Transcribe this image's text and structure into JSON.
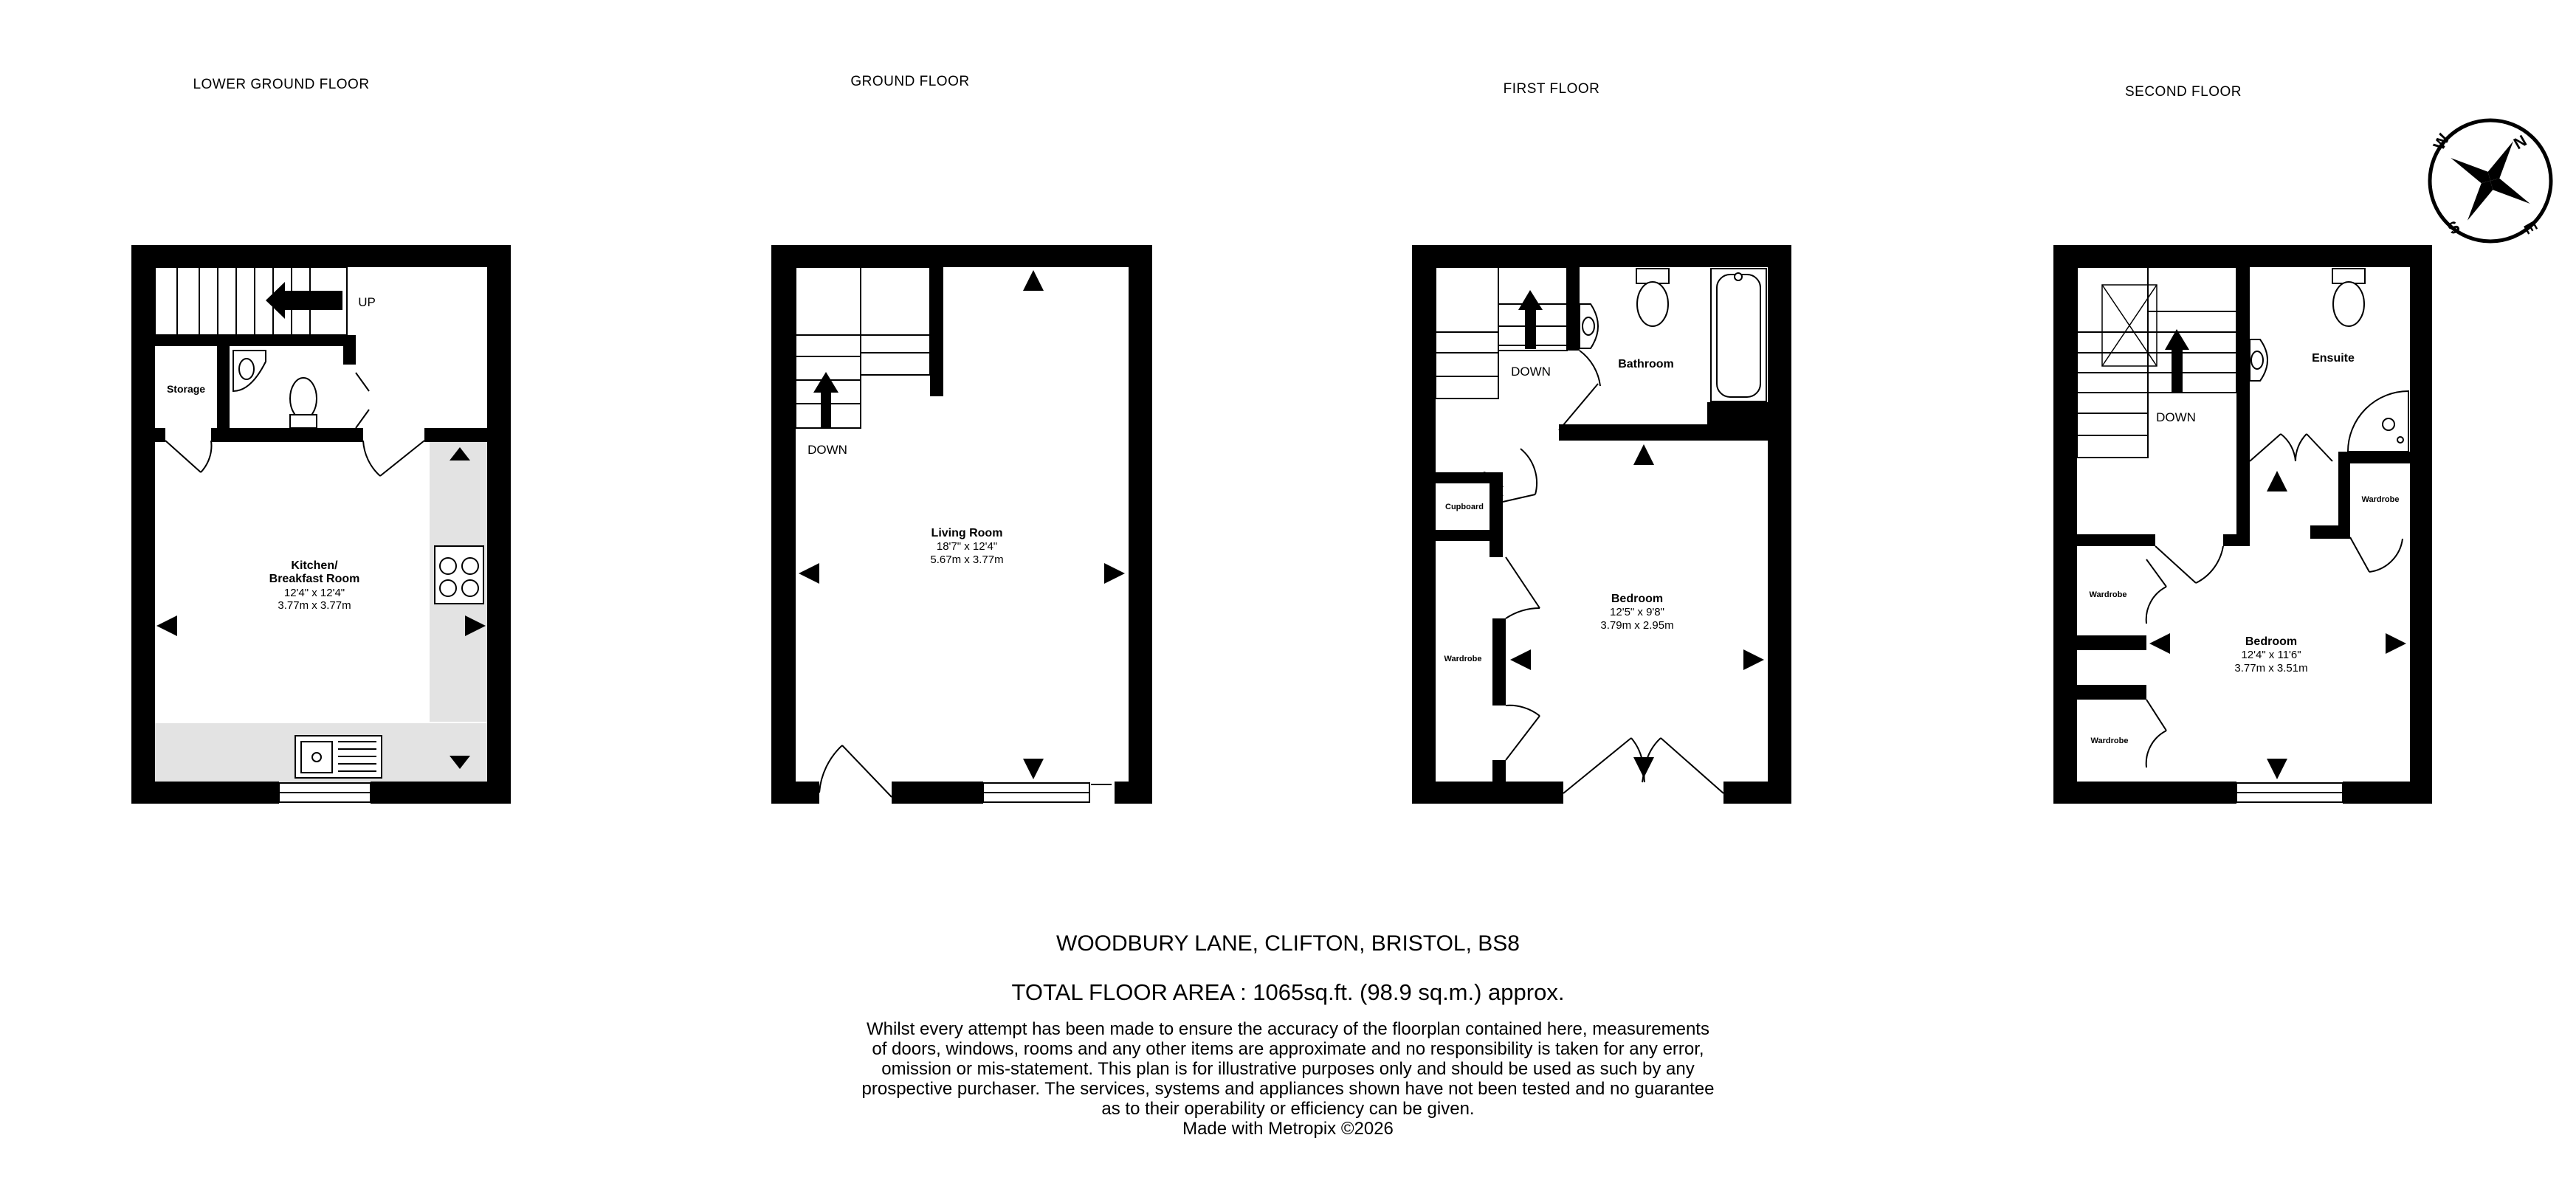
{
  "floors": [
    {
      "title": "LOWER GROUND FLOOR"
    },
    {
      "title": "GROUND FLOOR"
    },
    {
      "title": "FIRST FLOOR"
    },
    {
      "title": "SECOND FLOOR"
    }
  ],
  "lower_ground": {
    "stairs_label": "UP",
    "storage_label": "Storage",
    "kitchen": {
      "name_line1": "Kitchen/",
      "name_line2": "Breakfast Room",
      "imperial": "12'4\"  x 12'4\"",
      "metric": "3.77m  x 3.77m"
    }
  },
  "ground": {
    "stairs_label": "DOWN",
    "living": {
      "name": "Living Room",
      "imperial": "18'7\"  x 12'4\"",
      "metric": "5.67m  x 3.77m"
    }
  },
  "first": {
    "stairs_label": "DOWN",
    "bathroom_label": "Bathroom",
    "cupboard_label": "Cupboard",
    "wardrobe_label": "Wardrobe",
    "bedroom": {
      "name": "Bedroom",
      "imperial": "12'5\"  x 9'8\"",
      "metric": "3.79m  x 2.95m"
    }
  },
  "second": {
    "stairs_label": "DOWN",
    "ensuite_label": "Ensuite",
    "wardrobe_right": "Wardrobe",
    "wardrobe_left_top": "Wardrobe",
    "wardrobe_left_bottom": "Wardrobe",
    "bedroom": {
      "name": "Bedroom",
      "imperial": "12'4\"  x 11'6\"",
      "metric": "3.77m  x 3.51m"
    }
  },
  "compass": {
    "n": "N",
    "e": "E",
    "s": "S",
    "w": "W"
  },
  "footer": {
    "address": "WOODBURY LANE, CLIFTON, BRISTOL, BS8",
    "total_area": "TOTAL FLOOR AREA : 1065sq.ft. (98.9 sq.m.) approx.",
    "disclaimer_lines": [
      "Whilst every attempt has been made to ensure the accuracy of the floorplan contained here, measurements",
      "of doors, windows, rooms and any other items are approximate and no responsibility is taken for any error,",
      "omission or mis-statement. This plan is for illustrative purposes only and should be used as such by any",
      "prospective purchaser. The services, systems and appliances shown have not been tested and no guarantee",
      "as to their operability or efficiency can be given.",
      "Made with Metropix ©2026"
    ]
  },
  "colors": {
    "wall": "#000000",
    "floor_shade": "#e3e3e3",
    "background": "#ffffff"
  }
}
